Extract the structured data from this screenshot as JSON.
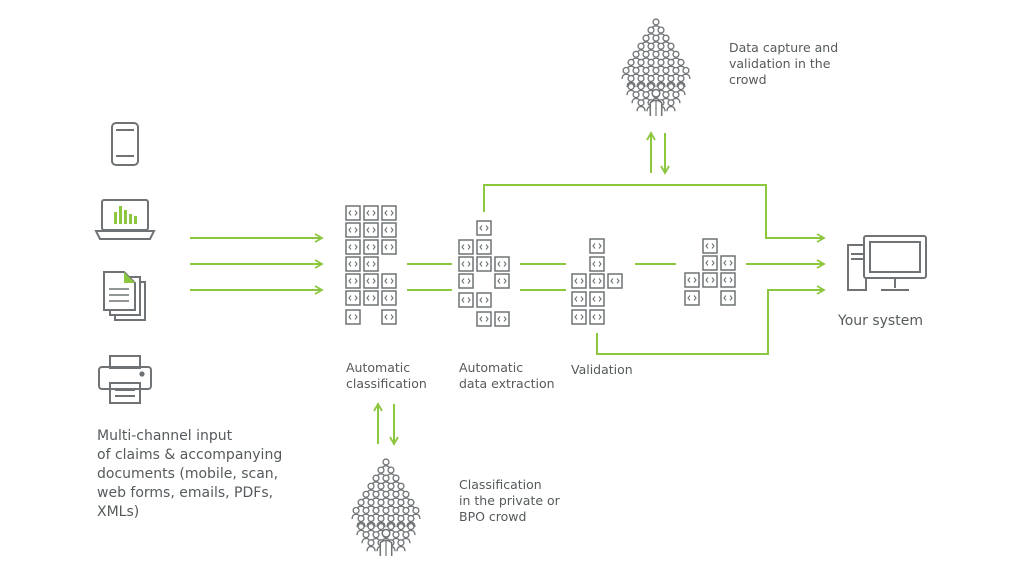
{
  "colors": {
    "accent": "#8dc63f",
    "icon": "#6f7375",
    "text": "#555a5c"
  },
  "icons": [
    "smartphone-icon",
    "laptop-chart-icon",
    "documents-icon",
    "printer-scanner-icon",
    "crowd-icon",
    "computer-icon",
    "document-grid-icon"
  ],
  "labels": {
    "input": [
      "Multi-channel input",
      "of claims & accompanying",
      "documents (mobile, scan,",
      "web forms, emails, PDFs,",
      "XMLs)"
    ],
    "your_system": "Your system",
    "automatic_classification": [
      "Automatic",
      "classification"
    ],
    "automatic_data_extraction": [
      "Automatic",
      "data extraction"
    ],
    "validation": "Validation",
    "crowd_top": [
      "Data capture and",
      "validation in the",
      "crowd"
    ],
    "crowd_bottom": [
      "Classification",
      "in the private or",
      "BPO crowd"
    ]
  }
}
